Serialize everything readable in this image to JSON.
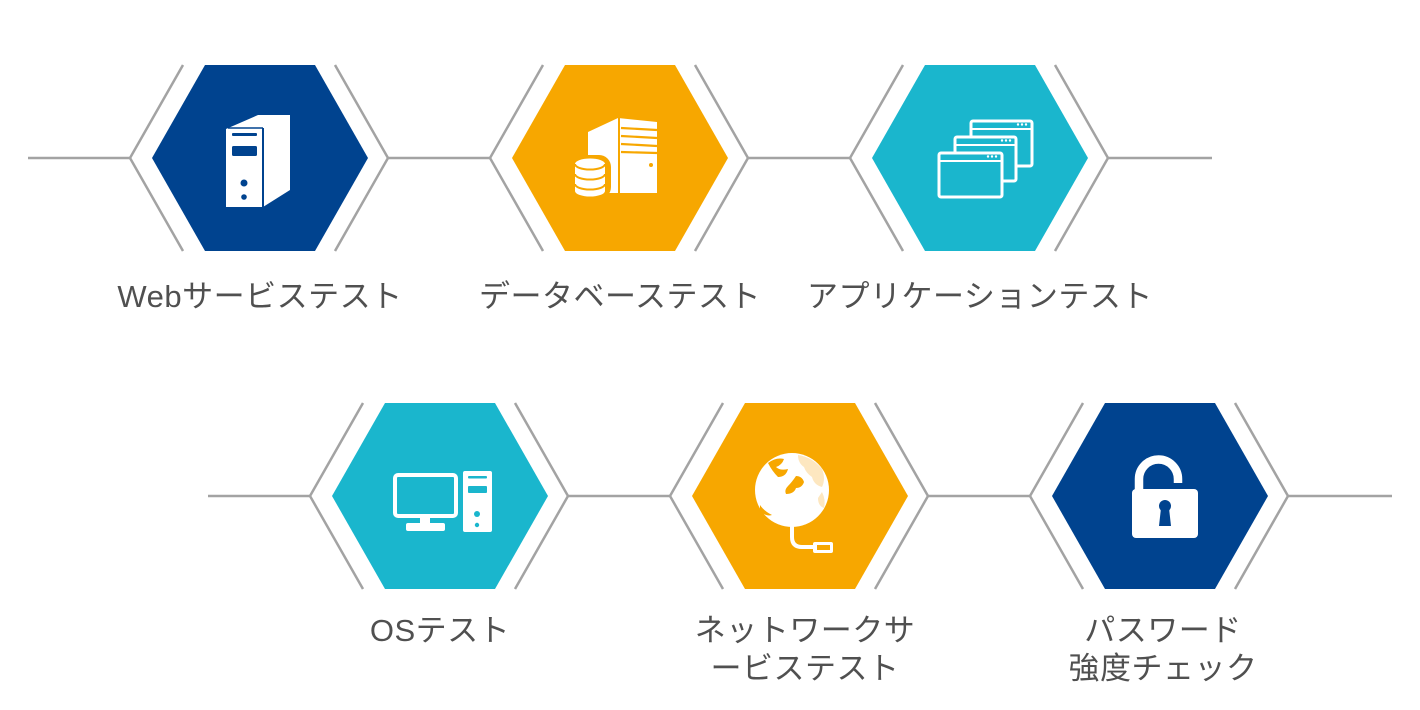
{
  "colors": {
    "navy": "#00438F",
    "orange": "#F7A700",
    "teal": "#1AB6CD",
    "connector": "#A3A3A3",
    "label_text": "#505050",
    "icon": "#FFFFFF"
  },
  "nodes": [
    {
      "label_lines": [
        "Webサービステスト"
      ],
      "icon": "server-tower-icon",
      "color": "#00438F"
    },
    {
      "label_lines": [
        "データベーステスト"
      ],
      "icon": "database-server-icon",
      "color": "#F7A700"
    },
    {
      "label_lines": [
        "アプリケーションテスト"
      ],
      "icon": "app-windows-icon",
      "color": "#1AB6CD"
    },
    {
      "label_lines": [
        "OSテスト"
      ],
      "icon": "desktop-computer-icon",
      "color": "#1AB6CD"
    },
    {
      "label_lines": [
        "ネットワークサ",
        "ービステスト"
      ],
      "icon": "network-globe-icon",
      "color": "#F7A700"
    },
    {
      "label_lines": [
        "パスワード",
        "強度チェック"
      ],
      "icon": "unlocked-padlock-icon",
      "color": "#00438F"
    }
  ]
}
